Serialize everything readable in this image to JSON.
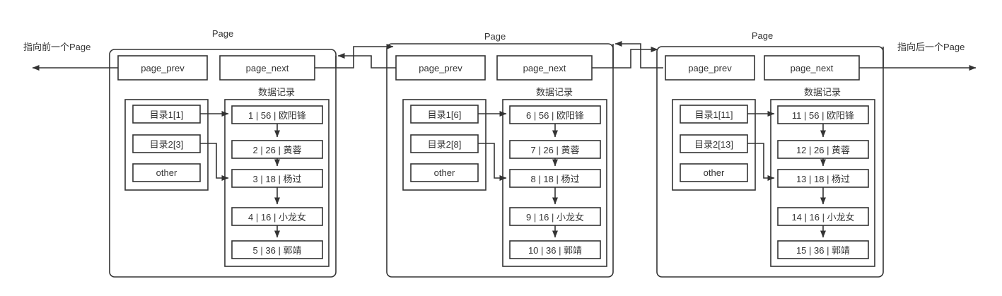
{
  "diagram": {
    "title_label": "Page",
    "records_group_label": "数据记录",
    "prev_edge_label": "指向前一个Page",
    "next_edge_label": "指向后一个Page",
    "pointer_fields": {
      "prev": "page_prev",
      "next": "page_next"
    },
    "other_label": "other",
    "stroke_color": "#333333",
    "fill_color": "#ffffff",
    "background_color": "#ffffff"
  },
  "pages": [
    {
      "title": "Page",
      "page_prev": "page_prev",
      "page_next": "page_next",
      "records_label": "数据记录",
      "directory": [
        {
          "label": "目录1[1]",
          "target_record": 1
        },
        {
          "label": "目录2[3]",
          "target_record": 3
        },
        {
          "label": "other",
          "target_record": null
        }
      ],
      "records": [
        {
          "id": "1",
          "age": "56",
          "name": "欧阳锋",
          "text": "1 | 56 | 欧阳锋"
        },
        {
          "id": "2",
          "age": "26",
          "name": "黄蓉",
          "text": "2 | 26 | 黄蓉"
        },
        {
          "id": "3",
          "age": "18",
          "name": "杨过",
          "text": "3 | 18 | 杨过"
        },
        {
          "id": "4",
          "age": "16",
          "name": "小龙女",
          "text": "4 | 16 | 小龙女"
        },
        {
          "id": "5",
          "age": "36",
          "name": "郭靖",
          "text": "5 | 36 | 郭靖"
        }
      ]
    },
    {
      "title": "Page",
      "page_prev": "page_prev",
      "page_next": "page_next",
      "records_label": "数据记录",
      "directory": [
        {
          "label": "目录1[6]",
          "target_record": 6
        },
        {
          "label": "目录2[8]",
          "target_record": 8
        },
        {
          "label": "other",
          "target_record": null
        }
      ],
      "records": [
        {
          "id": "6",
          "age": "56",
          "name": "欧阳锋",
          "text": "6 | 56 | 欧阳锋"
        },
        {
          "id": "7",
          "age": "26",
          "name": "黄蓉",
          "text": "7 | 26 | 黄蓉"
        },
        {
          "id": "8",
          "age": "18",
          "name": "杨过",
          "text": "8 | 18 | 杨过"
        },
        {
          "id": "9",
          "age": "16",
          "name": "小龙女",
          "text": "9 | 16 | 小龙女"
        },
        {
          "id": "10",
          "age": "36",
          "name": "郭靖",
          "text": "10 | 36 | 郭靖"
        }
      ]
    },
    {
      "title": "Page",
      "page_prev": "page_prev",
      "page_next": "page_next",
      "records_label": "数据记录",
      "directory": [
        {
          "label": "目录1[11]",
          "target_record": 11
        },
        {
          "label": "目录2[13]",
          "target_record": 13
        },
        {
          "label": "other",
          "target_record": null
        }
      ],
      "records": [
        {
          "id": "11",
          "age": "56",
          "name": "欧阳锋",
          "text": "11 | 56 | 欧阳锋"
        },
        {
          "id": "12",
          "age": "26",
          "name": "黄蓉",
          "text": "12 | 26 | 黄蓉"
        },
        {
          "id": "13",
          "age": "18",
          "name": "杨过",
          "text": "13 | 18 | 杨过"
        },
        {
          "id": "14",
          "age": "16",
          "name": "小龙女",
          "text": "14 | 16 | 小龙女"
        },
        {
          "id": "15",
          "age": "36",
          "name": "郭靖",
          "text": "15 | 36 | 郭靖"
        }
      ]
    }
  ],
  "edges": {
    "left_label": "指向前一个Page",
    "right_label": "指向后一个Page"
  }
}
